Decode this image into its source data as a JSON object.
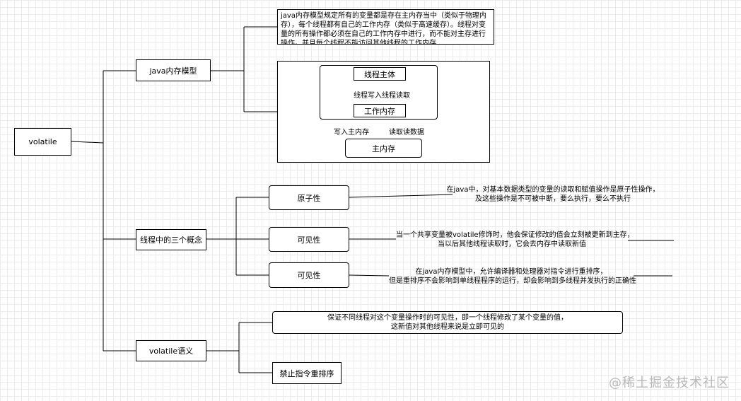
{
  "root": {
    "label": "volatile"
  },
  "jmm": {
    "label": "java内存模型",
    "description": "java内存模型规定所有的变量都是存在主内存当中（类似于物理内存），每个线程都有自己的工作内存（类似于高速缓存）。线程对变量的所有操作都必须在自己的工作内存中进行，而不能对主存进行操作。并且每个线程不能访问其他线程的工作内存",
    "diagram": {
      "thread_body": "线程主体",
      "thread_write": "线程写入",
      "thread_read": "线程读取",
      "working_memory": "工作内存",
      "write_main": "写入主内存",
      "read_data": "读取读数据",
      "main_memory": "主内存"
    }
  },
  "concepts": {
    "label": "线程中的三个概念",
    "items": [
      {
        "label": "原子性",
        "note": [
          "在java中，对基本数据类型的变量的读取和赋值操作是原子性操作，",
          "及这些操作是不可被中断，要么执行，要么不执行"
        ]
      },
      {
        "label": "可见性",
        "note": [
          "当一个共享变量被volatile修饰时，他会保证修改的值会立刻被更新到主存，",
          "当以后其他线程读取时，它会去内存中读取新值"
        ]
      },
      {
        "label": "可见性",
        "note": [
          "在java内存模型中，允许编译器和处理器对指令进行重排序，",
          "但是重排序不会影响到单线程程序的运行，却会影响到多线程并发执行的正确性"
        ]
      }
    ]
  },
  "semantics": {
    "label": "volatile语义",
    "items": [
      {
        "label": [
          "保证不同线程对这个变量操作时的可见性，即一个线程修改了某个变量的值，",
          "这新值对其他线程来说是立即可见的"
        ]
      },
      {
        "label": "禁止指令重排序"
      }
    ]
  },
  "watermark": "@稀土掘金技术社区"
}
